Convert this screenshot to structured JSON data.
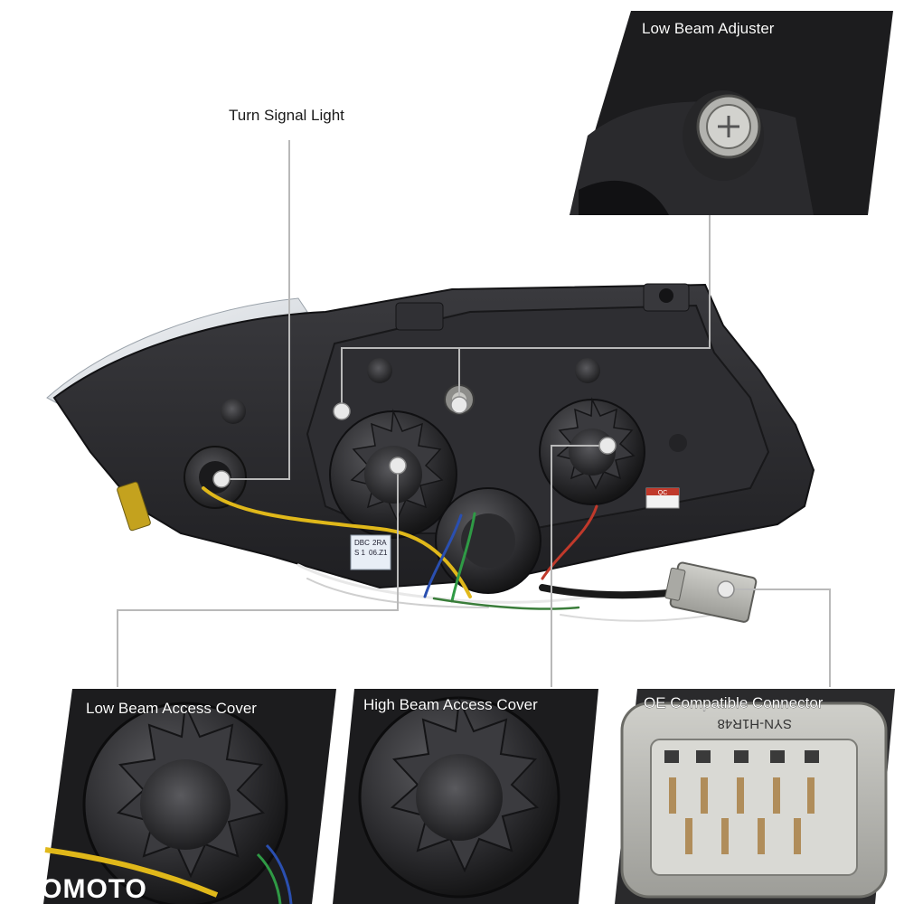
{
  "labels": {
    "turn_signal": "Turn Signal Light",
    "low_beam_adjuster": "Low Beam Adjuster",
    "low_beam_cover": "Low Beam Access Cover",
    "high_beam_cover": "High Beam Access Cover",
    "oe_connector": "OE Compatible Connector"
  },
  "stickers": {
    "qc": "QC",
    "part_line1": "DBC",
    "part_line2": "2RA",
    "part_line3": "S 1",
    "part_line4": "06.Z1",
    "connector_code": "SYN-H1R48"
  },
  "watermark": "OTOMOTO",
  "colors": {
    "housing": "#2a2a2c",
    "panel_bg": "#1c1c1e",
    "callout": "#b9b9b9",
    "wire_yellow": "#e0b81a",
    "wire_blue": "#2a4fb0",
    "wire_green": "#2f9a45",
    "wire_red": "#c0392b",
    "connector_gray": "#b8b8b4"
  }
}
